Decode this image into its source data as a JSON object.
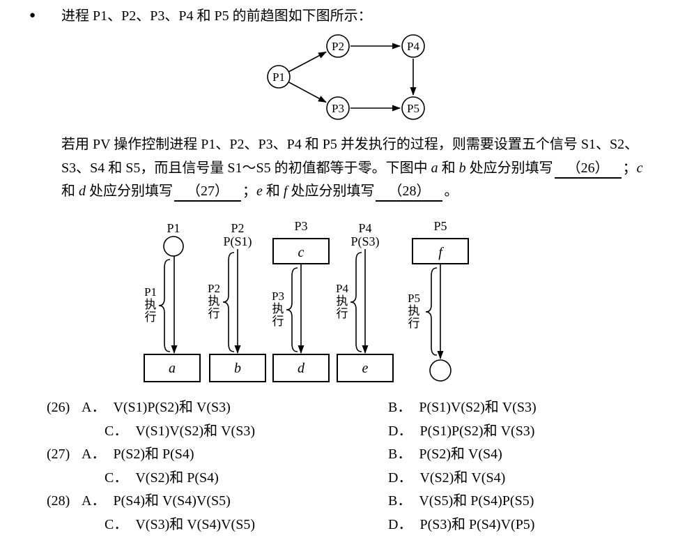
{
  "document": {
    "bullet_icon": "●",
    "intro": "进程 P1、P2、P3、P4 和 P5 的前趋图如下图所示："
  },
  "precedence_graph": {
    "nodes": {
      "p1": "P1",
      "p2": "P2",
      "p3": "P3",
      "p4": "P4",
      "p5": "P5"
    },
    "edges": [
      "P1→P2",
      "P1→P3",
      "P2→P4",
      "P3→P5",
      "P4→P5"
    ]
  },
  "paragraph": {
    "line1": "若用 PV 操作控制进程 P1、P2、P3、P4 和 P5 并发执行的过程，则需要设置五个信号 S1、S2、",
    "l2s1": "S3、S4 和 S5，而且信号量 S1～S5 的初值都等于零。下图中 ",
    "l2a": "a",
    "l2s2": " 和 ",
    "l2b": "b",
    "l2s3": " 处应分别填写",
    "l2blank": "（26）",
    "l2s4": "；",
    "l2c": "c",
    "l3s1": "和 ",
    "l3d": "d",
    "l3s2": " 处应分别填写",
    "l3blank": "（27）",
    "l3s3": "；",
    "l3e": "e",
    "l3s4": " 和 ",
    "l3f": "f",
    "l3s5": " 处应分别填写",
    "l3blank2": "（28）",
    "l3s6": "。"
  },
  "pv_diagram": {
    "exec_char_1": "执",
    "exec_char_2": "行",
    "columns": [
      {
        "title": "P1",
        "sub": "",
        "top_box": "",
        "bottom_box": "a",
        "exec": "P1"
      },
      {
        "title": "P2",
        "sub": "P(S1)",
        "top_box": "",
        "bottom_box": "b",
        "exec": "P2"
      },
      {
        "title": "P3",
        "sub": "",
        "top_box": "c",
        "bottom_box": "d",
        "exec": "P3"
      },
      {
        "title": "P4",
        "sub": "P(S3)",
        "top_box": "",
        "bottom_box": "e",
        "exec": "P4"
      },
      {
        "title": "P5",
        "sub": "",
        "top_box": "f",
        "bottom_box": "",
        "exec": "P5"
      }
    ]
  },
  "questions": [
    {
      "num": "(26)",
      "a_label": "A．",
      "a": "V(S1)P(S2)和 V(S3)",
      "b_label": "B．",
      "b": "P(S1)V(S2)和 V(S3)",
      "c_label": "C．",
      "c": "V(S1)V(S2)和 V(S3)",
      "d_label": "D．",
      "d": "P(S1)P(S2)和 V(S3)"
    },
    {
      "num": "(27)",
      "a_label": "A．",
      "a": "P(S2)和 P(S4)",
      "b_label": "B．",
      "b": "P(S2)和 V(S4)",
      "c_label": "C．",
      "c": "V(S2)和 P(S4)",
      "d_label": "D．",
      "d": "V(S2)和 V(S4)"
    },
    {
      "num": "(28)",
      "a_label": "A．",
      "a": "P(S4)和 V(S4)V(S5)",
      "b_label": "B．",
      "b": "V(S5)和 P(S4)P(S5)",
      "c_label": "C．",
      "c": "V(S3)和 V(S4)V(S5)",
      "d_label": "D．",
      "d": "P(S3)和 P(S4)V(P5)"
    }
  ]
}
